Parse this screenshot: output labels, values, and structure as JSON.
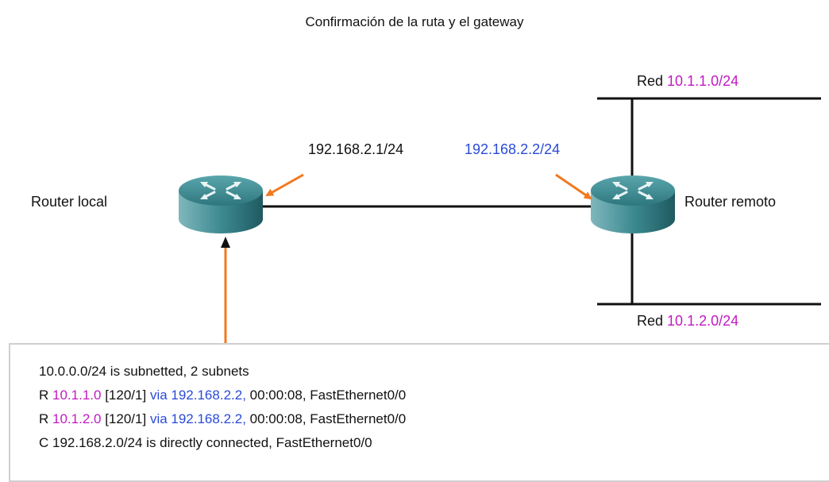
{
  "title": "Confirmación de la ruta y el gateway",
  "routers": {
    "local_label": "Router local",
    "remote_label": "Router remoto"
  },
  "interfaces": {
    "local_ip": "192.168.2.1/24",
    "remote_ip": "192.168.2.2/24"
  },
  "networks": {
    "top": {
      "prefix": "Red",
      "address": "10.1.1.0/24"
    },
    "bottom": {
      "prefix": "Red",
      "address": "10.1.2.0/24"
    }
  },
  "routing_table": {
    "line1": "10.0.0.0/24 is subnetted, 2 subnets",
    "line2": {
      "code": "R",
      "net": "10.1.1.0",
      "metric": "[120/1]",
      "via": "via 192.168.2.2,",
      "rest": "00:00:08, FastEthernet0/0"
    },
    "line3": {
      "code": "R",
      "net": "10.1.2.0",
      "metric": "[120/1]",
      "via": "via 192.168.2.2,",
      "rest": "00:00:08, FastEthernet0/0"
    },
    "line4": "C 192.168.2.0/24 is directly connected, FastEthernet0/0"
  },
  "colors": {
    "highlight_magenta": "#c21ac2",
    "highlight_blue": "#2a4bd7",
    "arrow_orange": "#f07a20",
    "router_teal": "#3f8d94"
  }
}
